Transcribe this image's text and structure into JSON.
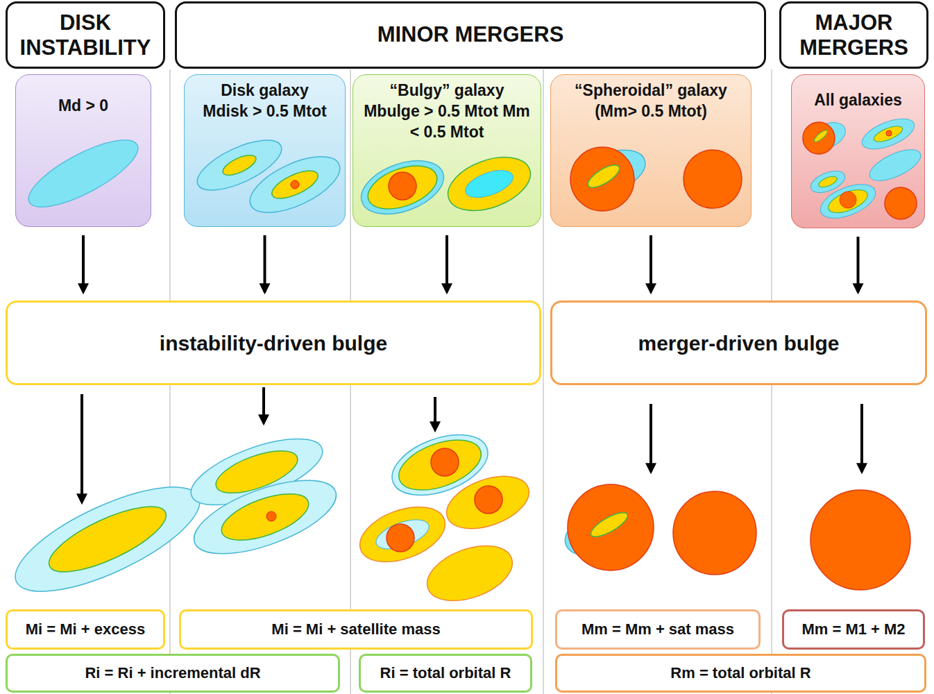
{
  "diagram": {
    "nodes": [
      {
        "text": [
          "DISK INSTABILITY"
        ]
      },
      {
        "text": [
          "MINOR MERGERS"
        ]
      },
      {
        "text": [
          "MAJOR MERGERS"
        ]
      },
      {
        "text": [
          "Md > 0"
        ]
      },
      {
        "text": [
          "Disk galaxy",
          "Mdisk > 0.5 Mtot"
        ]
      },
      {
        "text": [
          "“Bulgy” galaxy",
          "Mbulge > 0.5 Mtot Mm < 0.5 Mtot"
        ]
      },
      {
        "text": [
          "“Spheroidal” galaxy",
          "(Mm> 0.5 Mtot)"
        ]
      },
      {
        "text": [
          "All galaxies"
        ]
      },
      {
        "text": [
          "instability-driven bulge"
        ]
      },
      {
        "text": [
          "merger-driven bulge"
        ]
      },
      {
        "text": [
          "Mi = Mi + excess"
        ]
      },
      {
        "text": [
          "Mi = Mi + satellite mass"
        ]
      },
      {
        "text": [
          "Mm = Mm + sat mass"
        ]
      },
      {
        "text": [
          "Mm = M1 + M2"
        ]
      },
      {
        "text": [
          "Ri = Ri + incremental dR"
        ]
      },
      {
        "text": [
          "Ri = total orbital R"
        ]
      },
      {
        "text": [
          "Rm = total orbital R"
        ]
      }
    ],
    "edges": [
      {
        "from": 3,
        "to": 8,
        "arrow": "to"
      },
      {
        "from": 4,
        "to": 8,
        "arrow": "to"
      },
      {
        "from": 5,
        "to": 8,
        "arrow": "to"
      },
      {
        "from": 6,
        "to": 9,
        "arrow": "to"
      },
      {
        "from": 7,
        "to": 9,
        "arrow": "to"
      }
    ]
  }
}
